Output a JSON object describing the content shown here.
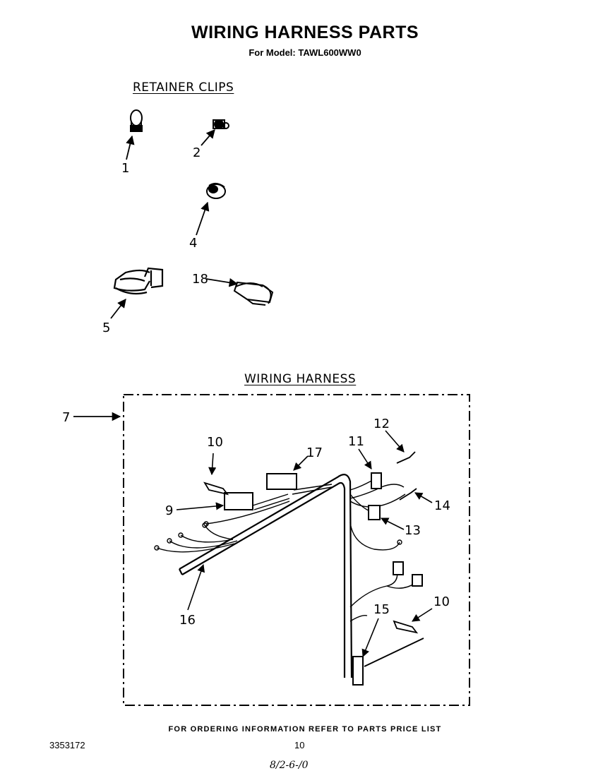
{
  "title": "WIRING HARNESS PARTS",
  "subtitle": "For Model: TAWL600WW0",
  "sections": {
    "retainer_clips": "RETAINER CLIPS",
    "wiring_harness": "WIRING HARNESS"
  },
  "callouts": {
    "c1": "1",
    "c2": "2",
    "c4": "4",
    "c5": "5",
    "c18": "18",
    "c7": "7",
    "c10a": "10",
    "c17": "17",
    "c11": "11",
    "c12": "12",
    "c9": "9",
    "c14": "14",
    "c13": "13",
    "c16": "16",
    "c15": "15",
    "c10b": "10"
  },
  "footer": "FOR ORDERING INFORMATION REFER TO PARTS PRICE LIST",
  "doc_number": "3353172",
  "page_number": "10",
  "handwritten_note": "8/2-6-/0"
}
